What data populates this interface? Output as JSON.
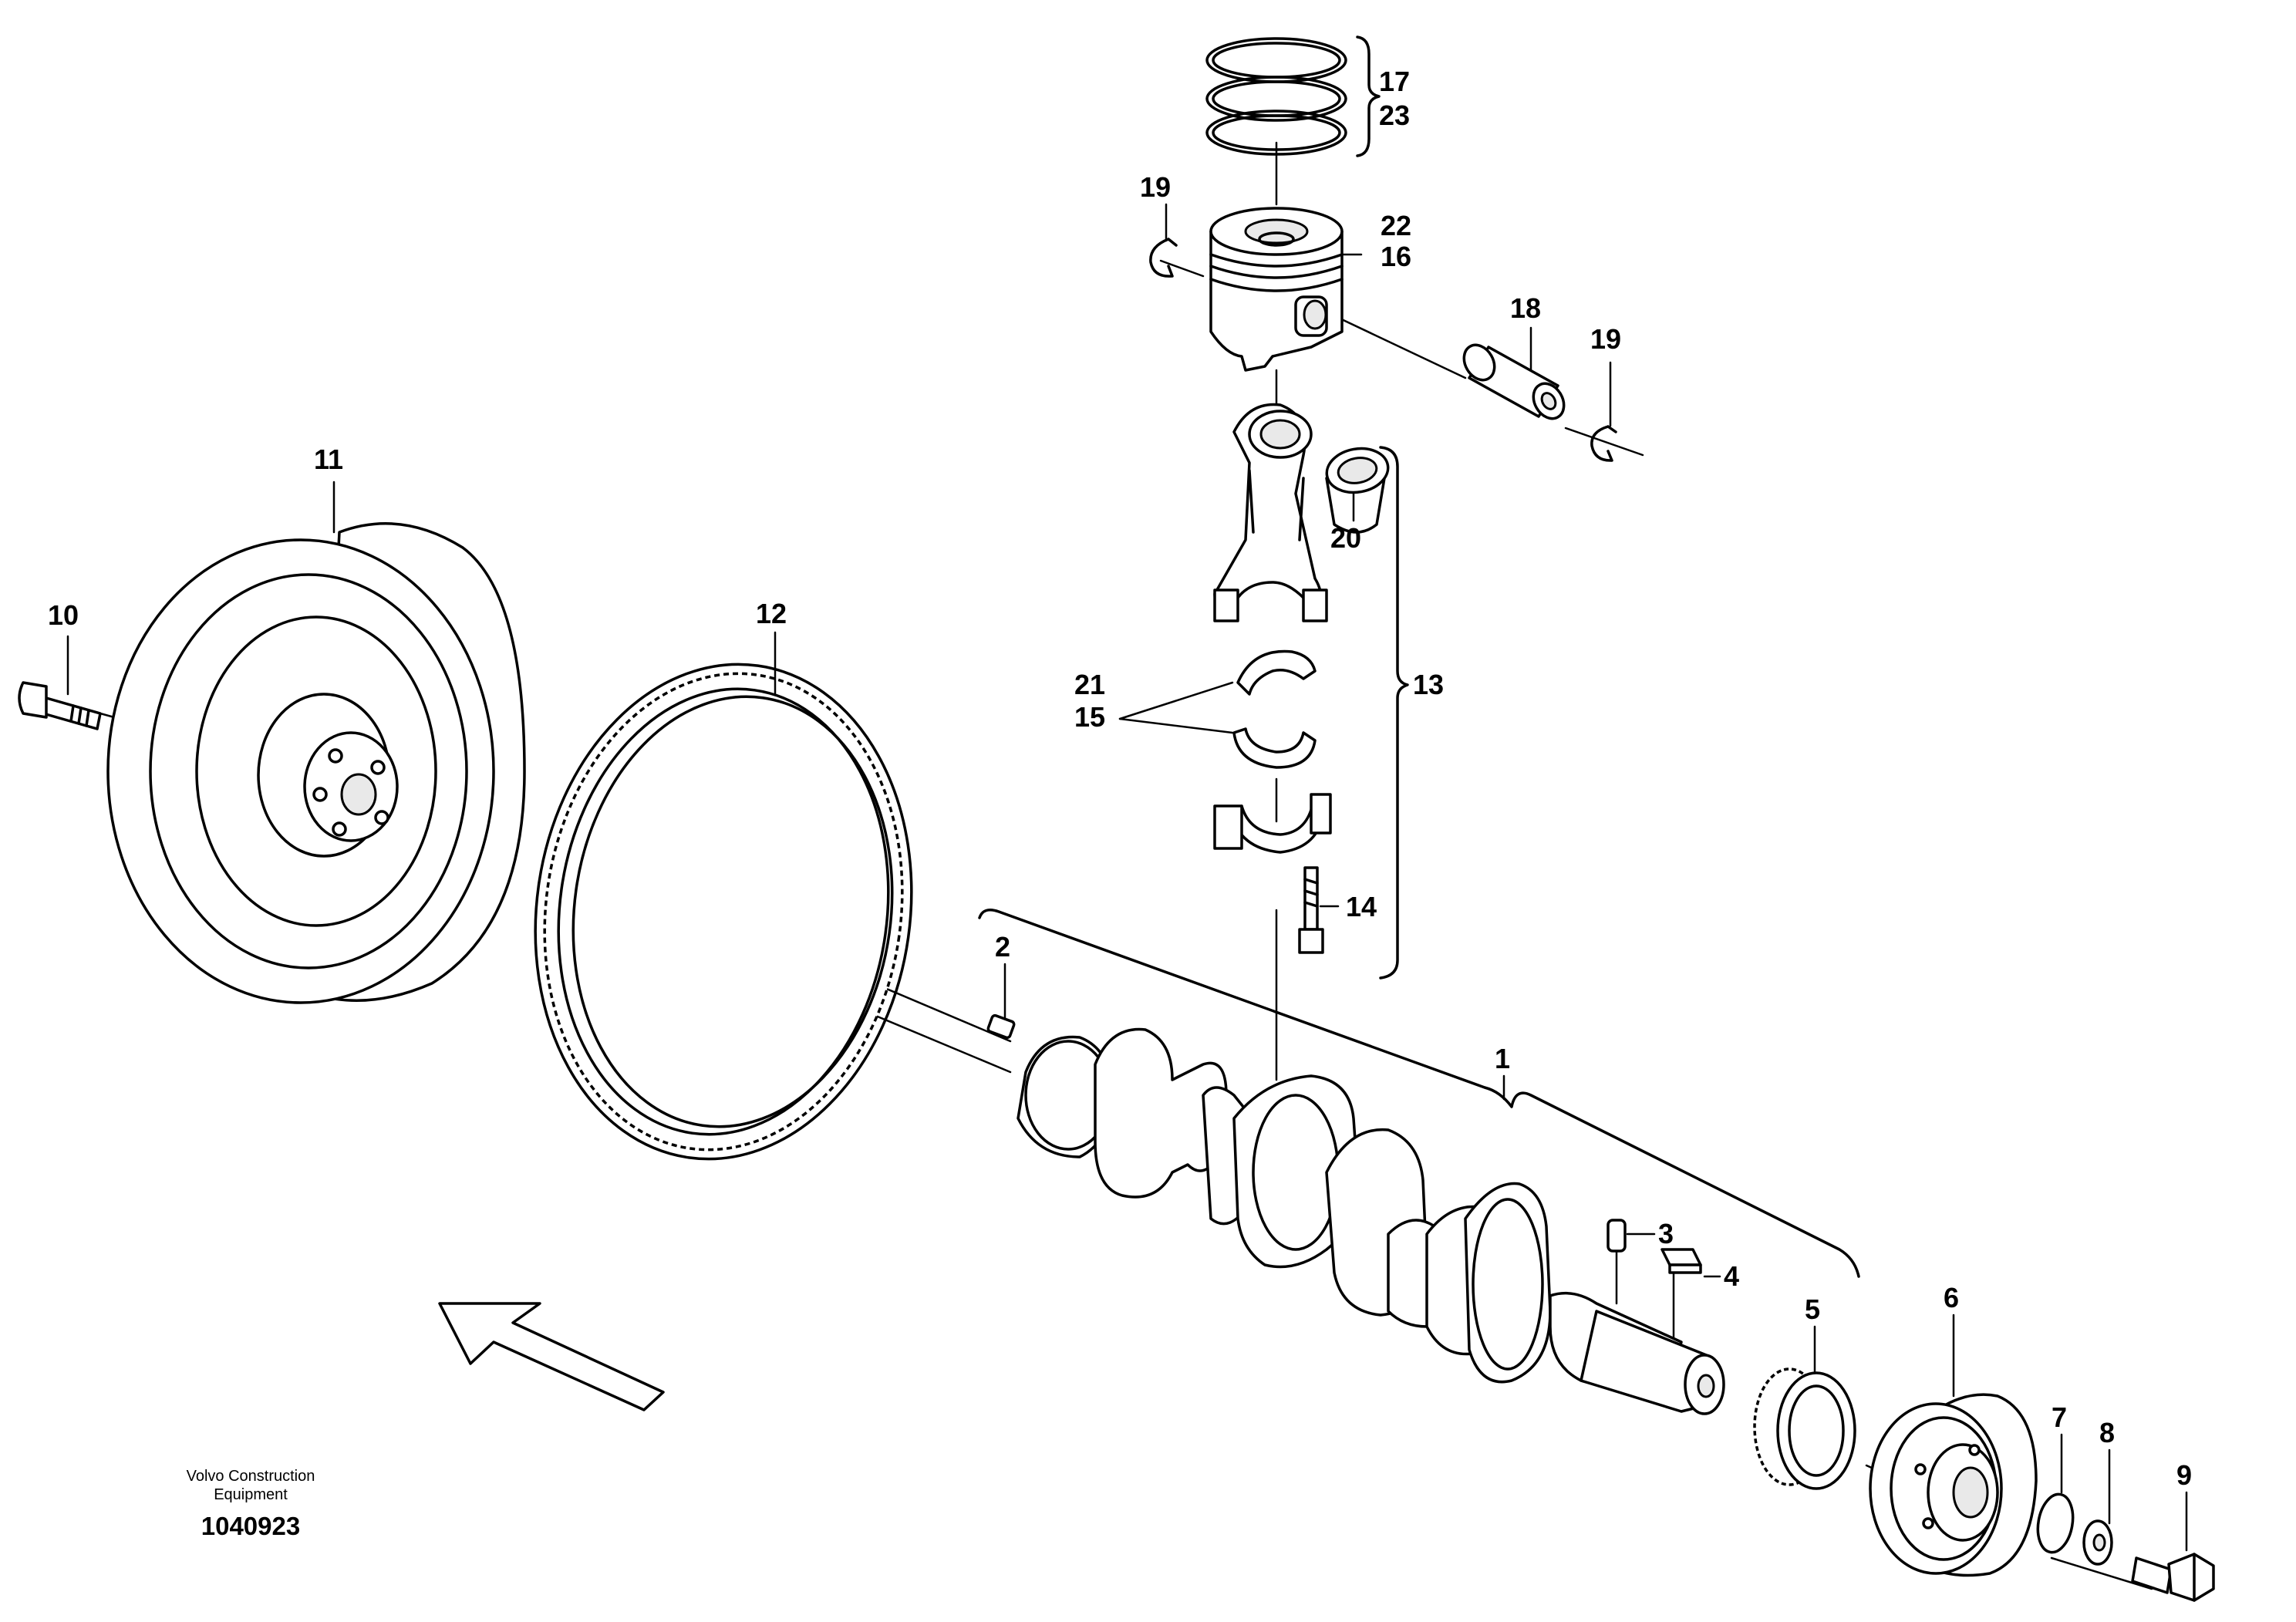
{
  "diagram": {
    "callouts": {
      "c1": "1",
      "c2": "2",
      "c3": "3",
      "c4": "4",
      "c5": "5",
      "c6": "6",
      "c7": "7",
      "c8": "8",
      "c9": "9",
      "c10": "10",
      "c11": "11",
      "c12": "12",
      "c13": "13",
      "c14": "14",
      "c15": "15",
      "c16": "16",
      "c17": "17",
      "c18": "18",
      "c19a": "19",
      "c19b": "19",
      "c20": "20",
      "c21": "21",
      "c22": "22",
      "c23": "23"
    },
    "parts": {
      "crankshaft": "crankshaft-icon",
      "flywheel": "flywheel-icon",
      "ring_gear": "ring-gear-icon",
      "piston": "piston-icon",
      "piston_rings": "piston-rings-icon",
      "connecting_rod": "connecting-rod-icon",
      "bearing_shells": "bearing-shell-icon",
      "vibration_damper": "damper-pulley-icon",
      "crank_gear": "gear-icon",
      "bolts": "bolt-icon",
      "direction_arrow": "arrow-icon"
    }
  },
  "footer": {
    "company_line1": "Volvo Construction",
    "company_line2": "Equipment",
    "drawing_number": "1040923"
  }
}
